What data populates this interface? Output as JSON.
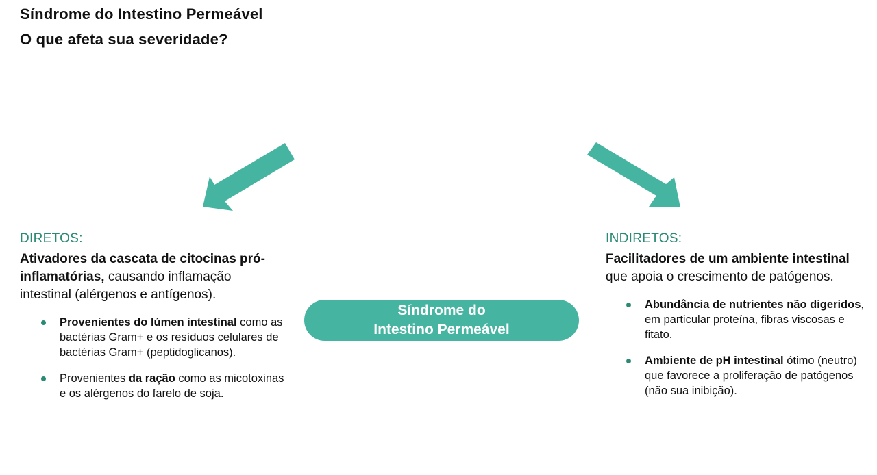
{
  "title": {
    "line1": "Síndrome do Intestino Permeável",
    "line2": "O que afeta sua severidade?"
  },
  "center": {
    "line1": "Síndrome do",
    "line2": "Intestino Permeável"
  },
  "colors": {
    "accent": "#45b5a1",
    "heading": "#2a8a74"
  },
  "left": {
    "heading": "DIRETOS:",
    "lead_bold": "Ativadores da cascata de citocinas pró-inflamatórias,",
    "lead_rest": " causando inflamação intestinal (alérgenos e antígenos).",
    "bullets": [
      {
        "pre": "",
        "bold": "Provenientes do lúmen intestinal",
        "post": " como as bactérias Gram+ e os resíduos celulares de bactérias Gram+ (peptidoglicanos)."
      },
      {
        "pre": "Provenientes ",
        "bold": "da ração",
        "post": " como as micotoxinas e os alérgenos do farelo de soja."
      }
    ]
  },
  "right": {
    "heading": "INDIRETOS:",
    "lead_bold": "Facilitadores de um ambiente intestinal",
    "lead_rest": " que apoia o crescimento de patógenos.",
    "bullets": [
      {
        "pre": "",
        "bold": "Abundância de nutrientes não digeridos",
        "post": ", em particular proteína, fibras viscosas e fitato."
      },
      {
        "pre": "",
        "bold": "Ambiente de pH intestinal",
        "post": " ótimo (neutro) que favorece a proliferação de patógenos (não sua inibição)."
      }
    ]
  }
}
